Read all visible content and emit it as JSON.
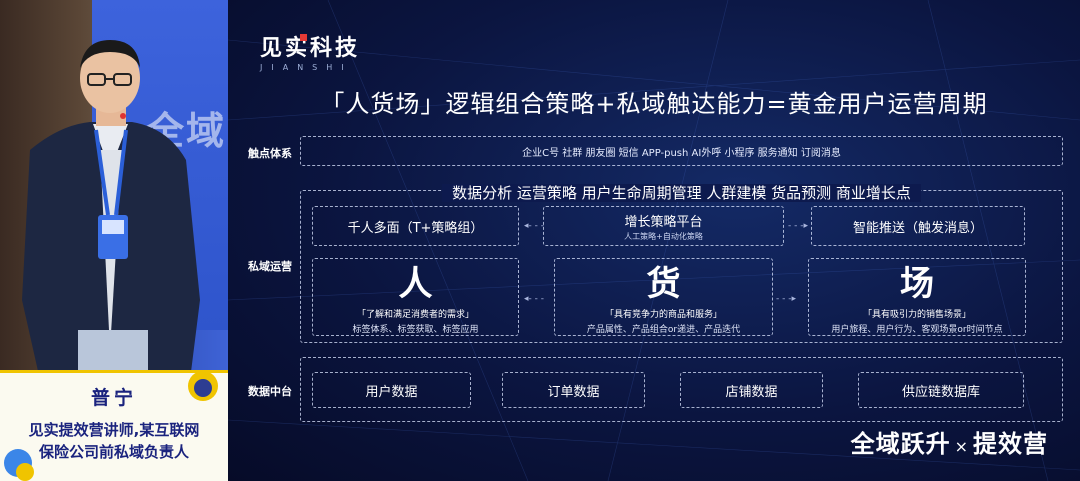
{
  "speaker": {
    "name": "普宁",
    "title_line1": "见实提效营讲师,某互联网",
    "title_line2": "保险公司前私域负责人"
  },
  "backdrop": {
    "wall_text": "全域"
  },
  "logo": {
    "cn": "见实科技",
    "en": "JIANSHI"
  },
  "slide": {
    "headline": "「人货场」逻辑组合策略+私域触达能力=黄金用户运营周期",
    "touch": {
      "label": "触点体系",
      "items": "企业C号  社群  朋友圈  短信  APP-push  AI外呼  小程序  服务通知  订阅消息"
    },
    "private": {
      "label": "私域运营",
      "analysis": "数据分析  运营策略  用户生命周期管理  人群建模  货品预测  商业增长点",
      "left_box": "千人多面（T+策略组）",
      "center_box": {
        "title": "增长策略平台",
        "sub": "人工策略+自动化策略"
      },
      "right_box": "智能推送（触发消息）",
      "people": {
        "glyph": "人",
        "desc": "「了解和满足消费者的需求」",
        "tags": "标签体系、标签获取、标签应用"
      },
      "goods": {
        "glyph": "货",
        "desc": "「具有竞争力的商品和服务」",
        "tags": "产品属性、产品组合or递进、产品迭代"
      },
      "scene": {
        "glyph": "场",
        "desc": "「具有吸引力的销售场景」",
        "tags": "用户旅程、用户行为、客观场景or时间节点"
      }
    },
    "data_center": {
      "label": "数据中台",
      "items": [
        "用户数据",
        "订单数据",
        "店铺数据",
        "供应链数据库"
      ]
    },
    "brand": {
      "left": "全域跃升",
      "x": "×",
      "right": "提效营"
    }
  }
}
